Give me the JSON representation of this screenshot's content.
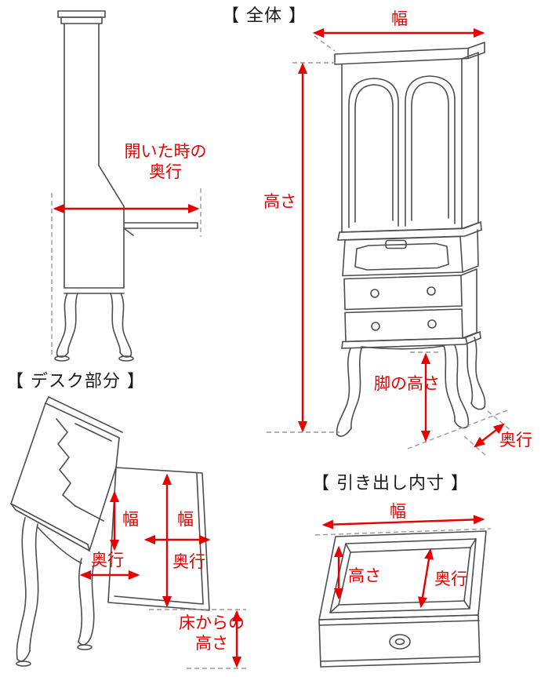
{
  "colors": {
    "accent_red": "#e60000",
    "line_color": "#4d4d4d",
    "dash_color": "#999999"
  },
  "sections": {
    "side_view": {
      "label_line1": "開いた時の",
      "label_line2": "奥行"
    },
    "overall": {
      "heading": "【 全体 】",
      "labels": {
        "width": "幅",
        "height": "高さ",
        "leg_height": "脚の高さ",
        "depth": "奥行"
      }
    },
    "desk": {
      "heading": "【 デスク部分 】",
      "labels": {
        "width_inner": "幅",
        "depth_inner": "奥行",
        "width_flap": "幅",
        "depth_flap": "奥行",
        "floor_height_line1": "床からの",
        "floor_height_line2": "高さ"
      }
    },
    "drawer": {
      "heading": "【 引き出し内寸 】",
      "labels": {
        "width": "幅",
        "height": "高さ",
        "depth": "奥行"
      }
    }
  }
}
